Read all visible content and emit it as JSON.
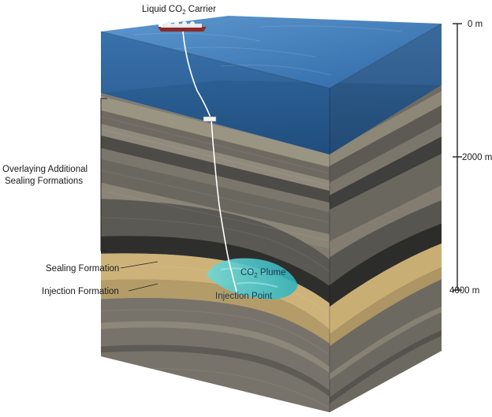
{
  "diagram": {
    "carrier": {
      "text": "Liquid CO",
      "sub": "2",
      "rest": " Carrier"
    },
    "depth_scale": {
      "top": "0 m",
      "mid": "2000 m",
      "bottom": "4000 m"
    },
    "labels": {
      "overlaying_line1": "Overlaying Additional",
      "overlaying_line2": "Sealing Formations",
      "sealing": "Sealing Formation",
      "injection_formation": "Injection Formation",
      "plume": {
        "text": "CO",
        "sub": "2",
        "rest": " Plume"
      },
      "injection_point": "Injection Point"
    },
    "colors": {
      "ocean_top": "#3a78b8",
      "ocean_front": "#1f5d9c",
      "rock_gray": "#7d7a70",
      "rock_dark": "#3b3b3a",
      "sand": "#c9b07a",
      "plume": "#3fc4c4"
    }
  }
}
